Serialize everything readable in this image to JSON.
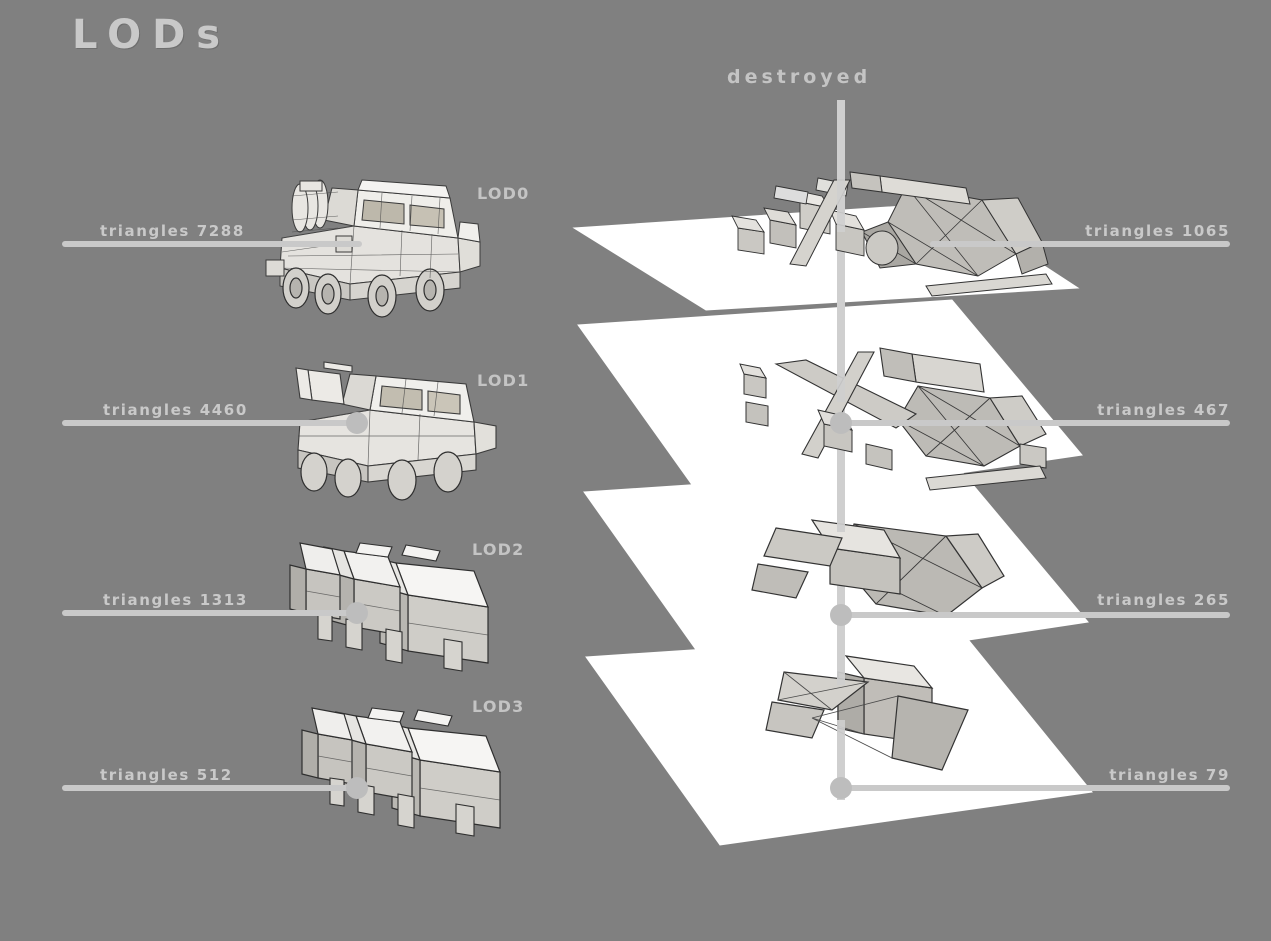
{
  "page": {
    "title": "LODs",
    "background_color": "#808080",
    "text_color": "#c9c9c9",
    "plane_color": "#ffffff",
    "line_color": "#c3c3c3",
    "node_color": "#b5b5b5"
  },
  "columns": {
    "left": {
      "heading": ""
    },
    "right": {
      "heading": "destroyed"
    }
  },
  "rows": [
    {
      "lod_label": "LOD0",
      "left_triangles": "triangles 7288",
      "right_triangles": "triangles 1065"
    },
    {
      "lod_label": "LOD1",
      "left_triangles": "triangles 4460",
      "right_triangles": "triangles 467"
    },
    {
      "lod_label": "LOD2",
      "left_triangles": "triangles 1313",
      "right_triangles": "triangles 265"
    },
    {
      "lod_label": "LOD3",
      "left_triangles": "triangles 512",
      "right_triangles": "triangles 79"
    }
  ]
}
